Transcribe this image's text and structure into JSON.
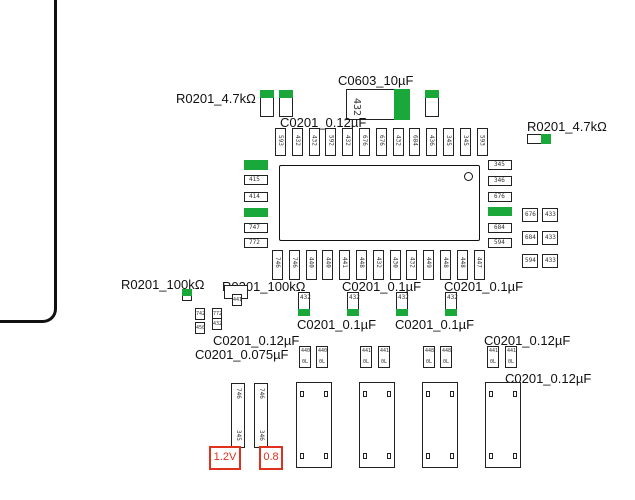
{
  "labels": {
    "c0603": "C0603_10µF",
    "r_top_left": "R0201_4.7kΩ",
    "c_top": "C0201_0.12µF",
    "r_right": "R0201_4.7kΩ",
    "r_100k_a": "R0201_100kΩ",
    "r_100k_b": "R0201_100kΩ",
    "c01_a": "C0201_0.1µF",
    "c01_b": "C0201_0.1µF",
    "c01_c": "C0201_0.1µF",
    "c01_d": "C0201_0.1µF",
    "c012_left": "C0201_0.12µF",
    "c0075": "C0201_0.075µF",
    "c012_right_a": "C0201_0.12µF",
    "c012_right_b": "C0201_0.12µF"
  },
  "codes": {
    "c0603_body": "432",
    "top_row": [
      "593",
      "432",
      "432",
      "592",
      "432",
      "676",
      "676",
      "432",
      "684",
      "436",
      "345",
      "345",
      "593"
    ],
    "bottom_row": [
      "746",
      "746",
      "440",
      "440",
      "441",
      "448",
      "432",
      "430",
      "432",
      "449",
      "448",
      "448",
      "447"
    ],
    "left_col": [
      "415",
      "414",
      "747",
      "772"
    ],
    "right_col": [
      "345",
      "346",
      "676",
      "684",
      "594"
    ],
    "right_grid": [
      "676",
      "433",
      "684",
      "433",
      "594",
      "433"
    ],
    "small_mid": [
      "432",
      "432",
      "432",
      "432"
    ],
    "small_left": [
      "772",
      "432",
      "742",
      "450",
      "441"
    ],
    "cap_top": [
      "440",
      "440",
      "441",
      "441",
      "448",
      "448",
      "441",
      "441"
    ],
    "cap_bottom": [
      "0L",
      "0L",
      "0L",
      "0L",
      "0L",
      "0L",
      "0L",
      "0L"
    ],
    "tall_left": "746",
    "tall_right": "746",
    "tall_left_b": "345",
    "tall_right_b": "346"
  },
  "callouts": {
    "v12": "1.2V",
    "v08": "0.8"
  },
  "colors": {
    "pad": "#1aa83a",
    "callout": "#e0301e",
    "outline": "#222222"
  }
}
